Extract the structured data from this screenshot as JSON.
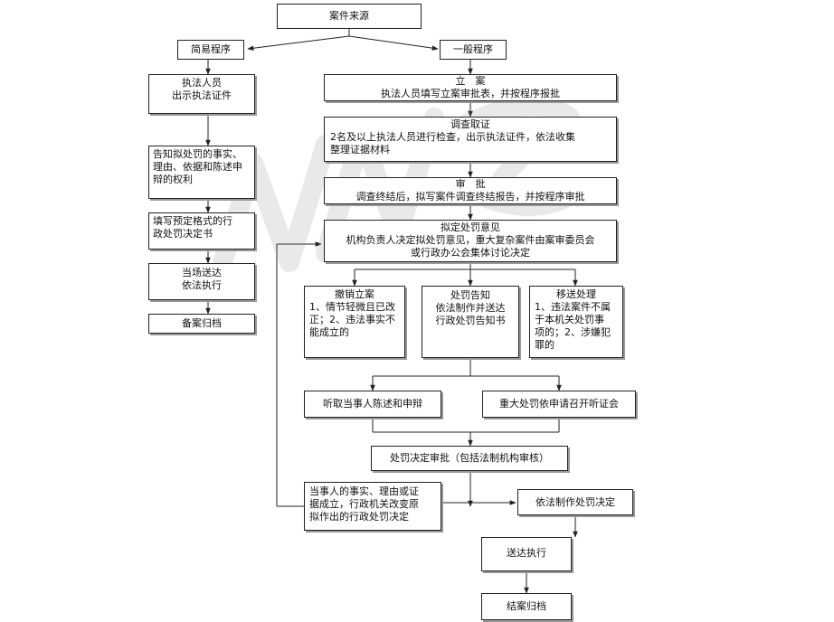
{
  "source": "案件来源",
  "simple": {
    "header": "简易程序",
    "steps": [
      [
        "执法人员",
        "出示执法证件"
      ],
      [
        "告知拟处罚的事实、",
        "理由、依据和陈述申",
        "辩的权利"
      ],
      [
        "填写预定格式的行",
        "政处罚决定书"
      ],
      [
        "当场送达",
        "依法执行"
      ],
      [
        "备案归档"
      ]
    ]
  },
  "general": {
    "header": "一般程序",
    "filing": {
      "title": "立　案",
      "text": "执法人员填写立案审批表，并按程序报批"
    },
    "investigation": {
      "title": "调查取证",
      "lines": [
        "2名及以上执法人员进行检查，出示执法证件，依法收集",
        "整理证据材料"
      ]
    },
    "approval": {
      "title": "审　批",
      "text": "调查终结后，拟写案件调查终结报告，并按程序审批"
    },
    "opinion": {
      "title": "拟定处罚意见",
      "lines": [
        "机构负责人决定拟处罚意见，重大复杂案件由案审委员会",
        "或行政办公会集体讨论决定"
      ]
    },
    "branch_cancel": {
      "title": "撤销立案",
      "lines": [
        "1、情节轻微且已改",
        "正；2、违法事实不",
        "能成立的"
      ]
    },
    "branch_notify": {
      "title": "处罚告知",
      "lines": [
        "依法制作并送达",
        "行政处罚告知书"
      ]
    },
    "branch_transfer": {
      "title": "移送处理",
      "lines": [
        "1、违法案件不属",
        "于本机关处罚事",
        "项的；2、涉嫌犯",
        "罪的"
      ]
    },
    "hear_statement": "听取当事人陈述和申辩",
    "hearing": "重大处罚依申请召开听证会",
    "decision_review": "处罚决定审批（包括法制机构审核）",
    "change": [
      "当事人的事实、理由或证",
      "据成立，行政机关改变原",
      "拟作出的行政处罚决定"
    ],
    "make_decision": "依法制作处罚决定",
    "deliver": "送达执行",
    "archive": "结案归档"
  },
  "colors": {
    "line": "#222222",
    "shadow": "#999999",
    "watermark": "#888888"
  }
}
